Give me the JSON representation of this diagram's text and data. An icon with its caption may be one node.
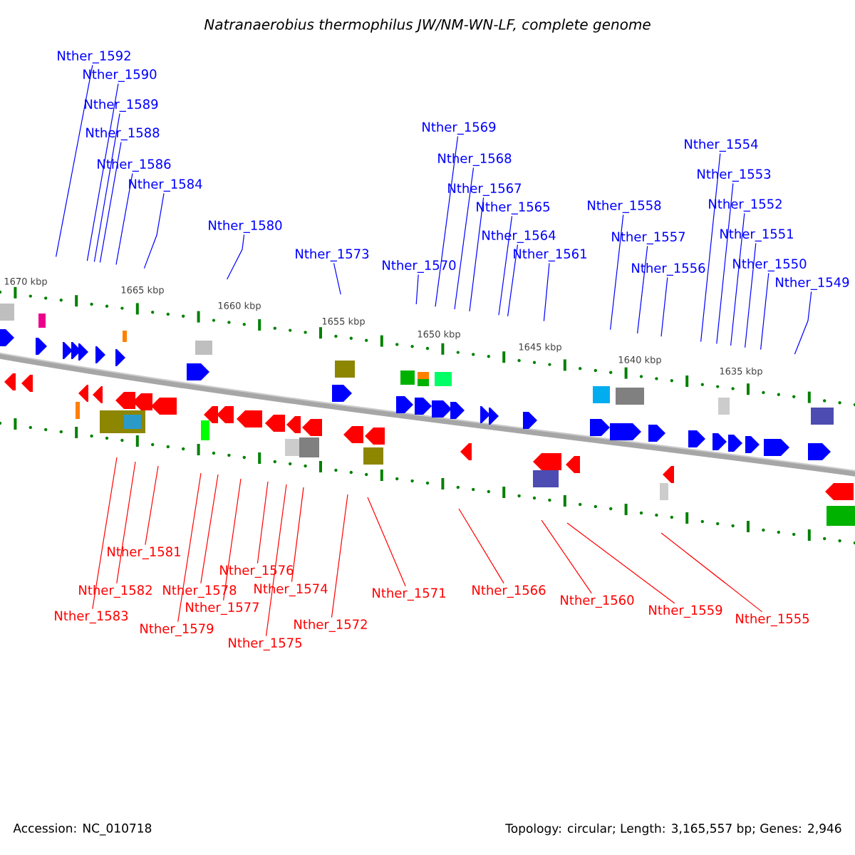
{
  "diagram": {
    "title": "Natranaerobius thermophilus JW/NM-WN-LF, complete genome",
    "nodes": [
      {
        "text": [
          "Nther_1592"
        ]
      },
      {
        "text": [
          "Nther_1590"
        ]
      },
      {
        "text": [
          "Nther_1589"
        ]
      },
      {
        "text": [
          "Nther_1588"
        ]
      },
      {
        "text": [
          "Nther_1586"
        ]
      },
      {
        "text": [
          "Nther_1584"
        ]
      },
      {
        "text": [
          "Nther_1580"
        ]
      },
      {
        "text": [
          "Nther_1573"
        ]
      },
      {
        "text": [
          "Nther_1570"
        ]
      },
      {
        "text": [
          "Nther_1569"
        ]
      },
      {
        "text": [
          "Nther_1568"
        ]
      },
      {
        "text": [
          "Nther_1567"
        ]
      },
      {
        "text": [
          "Nther_1565"
        ]
      },
      {
        "text": [
          "Nther_1564"
        ]
      },
      {
        "text": [
          "Nther_1561"
        ]
      },
      {
        "text": [
          "Nther_1558"
        ]
      },
      {
        "text": [
          "Nther_1557"
        ]
      },
      {
        "text": [
          "Nther_1556"
        ]
      },
      {
        "text": [
          "Nther_1554"
        ]
      },
      {
        "text": [
          "Nther_1553"
        ]
      },
      {
        "text": [
          "Nther_1552"
        ]
      },
      {
        "text": [
          "Nther_1551"
        ]
      },
      {
        "text": [
          "Nther_1550"
        ]
      },
      {
        "text": [
          "Nther_1549"
        ]
      },
      {
        "text": [
          "Nther_1583"
        ]
      },
      {
        "text": [
          "Nther_1582"
        ]
      },
      {
        "text": [
          "Nther_1581"
        ]
      },
      {
        "text": [
          "Nther_1579"
        ]
      },
      {
        "text": [
          "Nther_1578"
        ]
      },
      {
        "text": [
          "Nther_1577"
        ]
      },
      {
        "text": [
          "Nther_1576"
        ]
      },
      {
        "text": [
          "Nther_1575"
        ]
      },
      {
        "text": [
          "Nther_1574"
        ]
      },
      {
        "text": [
          "Nther_1572"
        ]
      },
      {
        "text": [
          "Nther_1571"
        ]
      },
      {
        "text": [
          "Nther_1566"
        ]
      },
      {
        "text": [
          "Nther_1560"
        ]
      },
      {
        "text": [
          "Nther_1559"
        ]
      },
      {
        "text": [
          "Nther_1555"
        ]
      }
    ],
    "edges": [
      {
        "from": 0,
        "to": null,
        "arrow": "none"
      },
      {
        "from": 1,
        "to": null,
        "arrow": "none"
      },
      {
        "from": 2,
        "to": null,
        "arrow": "none"
      },
      {
        "from": 3,
        "to": null,
        "arrow": "none"
      },
      {
        "from": 4,
        "to": null,
        "arrow": "none"
      },
      {
        "from": 5,
        "to": null,
        "arrow": "none"
      },
      {
        "from": 6,
        "to": null,
        "arrow": "none"
      },
      {
        "from": 7,
        "to": null,
        "arrow": "none"
      },
      {
        "from": 8,
        "to": null,
        "arrow": "none"
      },
      {
        "from": 9,
        "to": null,
        "arrow": "none"
      },
      {
        "from": 10,
        "to": null,
        "arrow": "none"
      },
      {
        "from": 11,
        "to": null,
        "arrow": "none"
      },
      {
        "from": 12,
        "to": null,
        "arrow": "none"
      },
      {
        "from": 13,
        "to": null,
        "arrow": "none"
      },
      {
        "from": 14,
        "to": null,
        "arrow": "none"
      },
      {
        "from": 15,
        "to": null,
        "arrow": "none"
      },
      {
        "from": 16,
        "to": null,
        "arrow": "none"
      },
      {
        "from": 17,
        "to": null,
        "arrow": "none"
      },
      {
        "from": 18,
        "to": null,
        "arrow": "none"
      },
      {
        "from": 19,
        "to": null,
        "arrow": "none"
      },
      {
        "from": 20,
        "to": null,
        "arrow": "none"
      },
      {
        "from": 21,
        "to": null,
        "arrow": "none"
      },
      {
        "from": 22,
        "to": null,
        "arrow": "none"
      },
      {
        "from": 23,
        "to": null,
        "arrow": "none"
      },
      {
        "from": 24,
        "to": null,
        "arrow": "none",
        "color": "#ff0000"
      },
      {
        "from": 25,
        "to": null,
        "arrow": "none",
        "color": "#ff0000"
      },
      {
        "from": 26,
        "to": null,
        "arrow": "none",
        "color": "#ff0000"
      },
      {
        "from": 27,
        "to": null,
        "arrow": "none",
        "color": "#ff0000"
      },
      {
        "from": 28,
        "to": null,
        "arrow": "none",
        "color": "#ff0000"
      },
      {
        "from": 29,
        "to": null,
        "arrow": "none",
        "color": "#ff0000"
      },
      {
        "from": 30,
        "to": null,
        "arrow": "none",
        "color": "#ff0000"
      },
      {
        "from": 31,
        "to": null,
        "arrow": "none",
        "color": "#ff0000"
      },
      {
        "from": 32,
        "to": null,
        "arrow": "none",
        "color": "#ff0000"
      },
      {
        "from": 33,
        "to": null,
        "arrow": "none",
        "color": "#ff0000"
      },
      {
        "from": 34,
        "to": null,
        "arrow": "none",
        "color": "#ff0000"
      },
      {
        "from": 35,
        "to": null,
        "arrow": "none",
        "color": "#ff0000"
      },
      {
        "from": 36,
        "to": null,
        "arrow": "none",
        "color": "#ff0000"
      },
      {
        "from": 37,
        "to": null,
        "arrow": "none",
        "color": "#ff0000"
      },
      {
        "from": 38,
        "to": null,
        "arrow": "none",
        "color": "#ff0000"
      }
    ],
    "labels": [
      "1670 kbp",
      "1665 kbp",
      "1660 kbp",
      "1655 kbp",
      "1650 kbp",
      "1645 kbp",
      "1640 kbp",
      "1635 kbp",
      "Accession: NC_010718",
      "Topology: circular; Length: 3,165,557 bp; Genes: 2,946"
    ]
  }
}
